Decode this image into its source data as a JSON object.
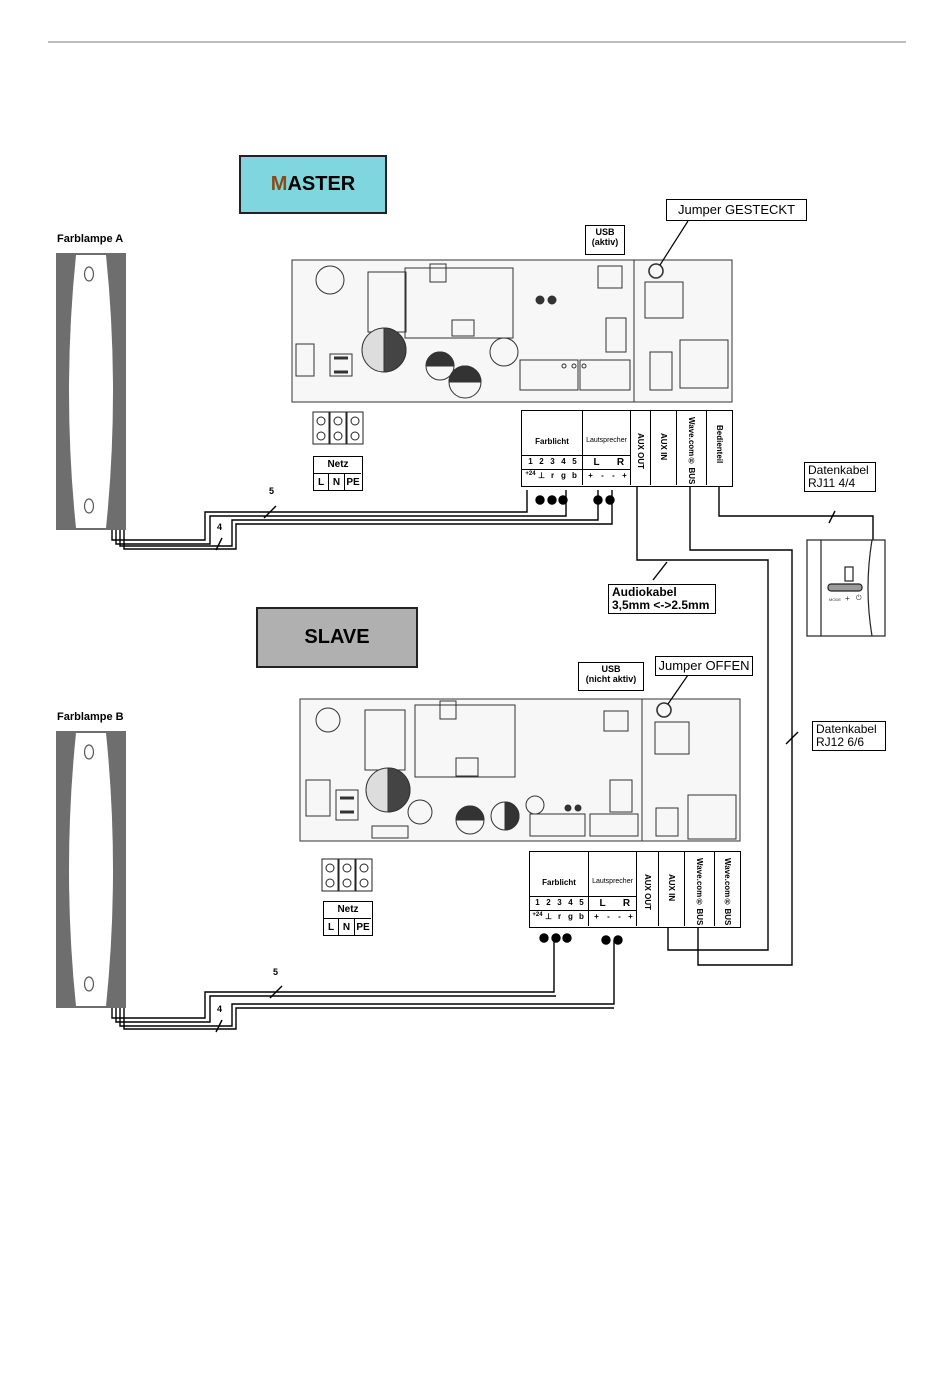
{
  "master": {
    "title_first": "M",
    "title_rest": "ASTER",
    "lamp_label": "Farblampe A",
    "usb_line1": "USB",
    "usb_line2": "(aktiv)",
    "jumper": "Jumper GESTECKT",
    "farblicht": "Farblicht",
    "lautsprecher": "Lautsprecher",
    "aux_out": "AUX OUT",
    "aux_in": "AUX IN",
    "bus": "Wave.com® BUS",
    "bedienteil": "Bedienteil",
    "pins": [
      "1",
      "2",
      "3",
      "4",
      "5"
    ],
    "pin_sym": [
      "+24",
      "⊥",
      "r",
      "g",
      "b"
    ],
    "lr": [
      "L",
      "R"
    ],
    "pm": [
      "+",
      "-",
      "-",
      "+"
    ],
    "netz_title": "Netz",
    "netz_cols": [
      "L",
      "N",
      "PE"
    ],
    "wire5": "5",
    "wire4": "4"
  },
  "slave": {
    "title": "SLAVE",
    "lamp_label": "Farblampe B",
    "usb_line1": "USB",
    "usb_line2": "(nicht aktiv)",
    "jumper": "Jumper OFFEN",
    "farblicht": "Farblicht",
    "lautsprecher": "Lautsprecher",
    "aux_out": "AUX OUT",
    "aux_in": "AUX IN",
    "bus1": "Wave.com® BUS",
    "bus2": "Wave.com® BUS",
    "pins": [
      "1",
      "2",
      "3",
      "4",
      "5"
    ],
    "pin_sym": [
      "+24",
      "⊥",
      "r",
      "g",
      "b"
    ],
    "lr": [
      "L",
      "R"
    ],
    "pm": [
      "+",
      "-",
      "-",
      "+"
    ],
    "netz_title": "Netz",
    "netz_cols": [
      "L",
      "N",
      "PE"
    ],
    "wire5": "5",
    "wire4": "4"
  },
  "cables": {
    "rj11_line1": "Datenkabel",
    "rj11_line2": "RJ11 4/4",
    "audio_line1": "Audiokabel",
    "audio_line2": "3,5mm <->2.5mm",
    "rj12_line1": "Datenkabel",
    "rj12_line2": "RJ12  6/6"
  },
  "remote": {
    "mode_label": "MODE"
  },
  "colors": {
    "master_bg": "#7fd6de",
    "master_m": "#8b4a1c",
    "slave_bg": "#b0b0b0",
    "lamp": "#6e6e6e"
  }
}
